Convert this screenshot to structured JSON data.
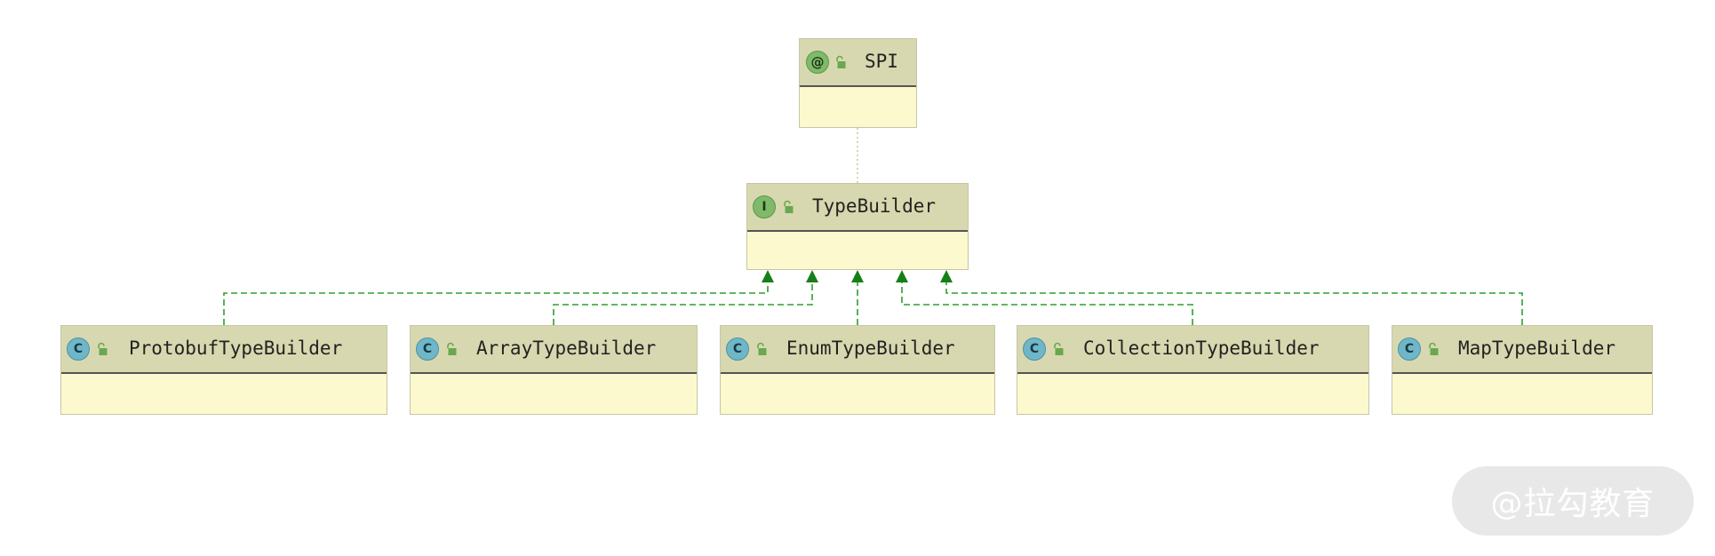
{
  "diagram": {
    "nodes": [
      {
        "id": "spi",
        "kind": "annotation",
        "badge": "@",
        "title": "SPI"
      },
      {
        "id": "typebuilder",
        "kind": "interface",
        "badge": "I",
        "title": "TypeBuilder"
      },
      {
        "id": "protobuf",
        "kind": "class",
        "badge": "C",
        "title": "ProtobufTypeBuilder"
      },
      {
        "id": "array",
        "kind": "class",
        "badge": "C",
        "title": "ArrayTypeBuilder"
      },
      {
        "id": "enum",
        "kind": "class",
        "badge": "C",
        "title": "EnumTypeBuilder"
      },
      {
        "id": "collection",
        "kind": "class",
        "badge": "C",
        "title": "CollectionTypeBuilder"
      },
      {
        "id": "map",
        "kind": "class",
        "badge": "C",
        "title": "MapTypeBuilder"
      }
    ],
    "edges": [
      {
        "from": "spi",
        "to": "typebuilder",
        "type": "annotation"
      },
      {
        "from": "protobuf",
        "to": "typebuilder",
        "type": "implements"
      },
      {
        "from": "array",
        "to": "typebuilder",
        "type": "implements"
      },
      {
        "from": "enum",
        "to": "typebuilder",
        "type": "implements"
      },
      {
        "from": "collection",
        "to": "typebuilder",
        "type": "implements"
      },
      {
        "from": "map",
        "to": "typebuilder",
        "type": "implements"
      }
    ],
    "colors": {
      "header": "#d8d8b0",
      "body": "#fbf9cd",
      "edge": "#2e9e2e",
      "arrow": "#168016",
      "class_badge": "#6fb7c8",
      "interface_badge": "#7fb96a"
    }
  },
  "watermark": "@拉勾教育"
}
